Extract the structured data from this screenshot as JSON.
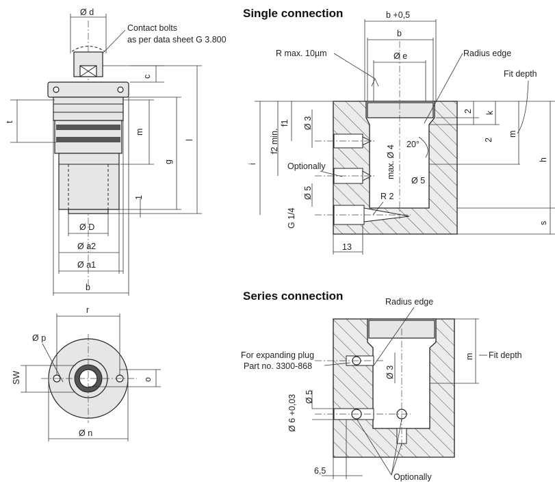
{
  "titles": {
    "single": "Single connection",
    "series": "Series connection"
  },
  "labels": {
    "d": "Ø d",
    "contact_bolts_1": "Contact bolts",
    "contact_bolts_2": "as per data sheet G 3.800",
    "c": "c",
    "t": "t",
    "m_part": "m",
    "g": "g",
    "l": "l",
    "one": "1",
    "D": "Ø D",
    "a2": "Ø a2",
    "a1": "Ø a1",
    "b_part": "b",
    "r": "r",
    "p": "Ø p",
    "sw": "SW",
    "o": "o",
    "n": "Ø n",
    "b05": "b +0,5",
    "b_single": "b",
    "rmax": "R max. 10µm",
    "e": "Ø e",
    "radius_edge_1": "Radius edge",
    "fit_depth_1": "Fit depth",
    "two_a": "2",
    "k": "k",
    "two_b": "2",
    "m_single": "m",
    "h": "h",
    "i": "i",
    "f2": "f2 min.",
    "f1": "f1",
    "d3_a": "Ø 3",
    "twenty": "20°",
    "optionally_1": "Optionally",
    "max4": "max. Ø 4",
    "d5_b": "Ø 5",
    "d5_a": "Ø 5",
    "r2": "R 2",
    "g14": "G 1/4",
    "thirteen": "13",
    "s": "s",
    "radius_edge_2": "Radius edge",
    "plug_1": "For expanding plug",
    "plug_2": "Part no. 3300-868",
    "m_series": "m",
    "fit_depth_2": "Fit depth",
    "d3_b": "Ø 3",
    "d5_c": "Ø 5",
    "d6": "Ø 6 +0,03",
    "six5": "6,5",
    "optionally_2": "Optionally"
  }
}
